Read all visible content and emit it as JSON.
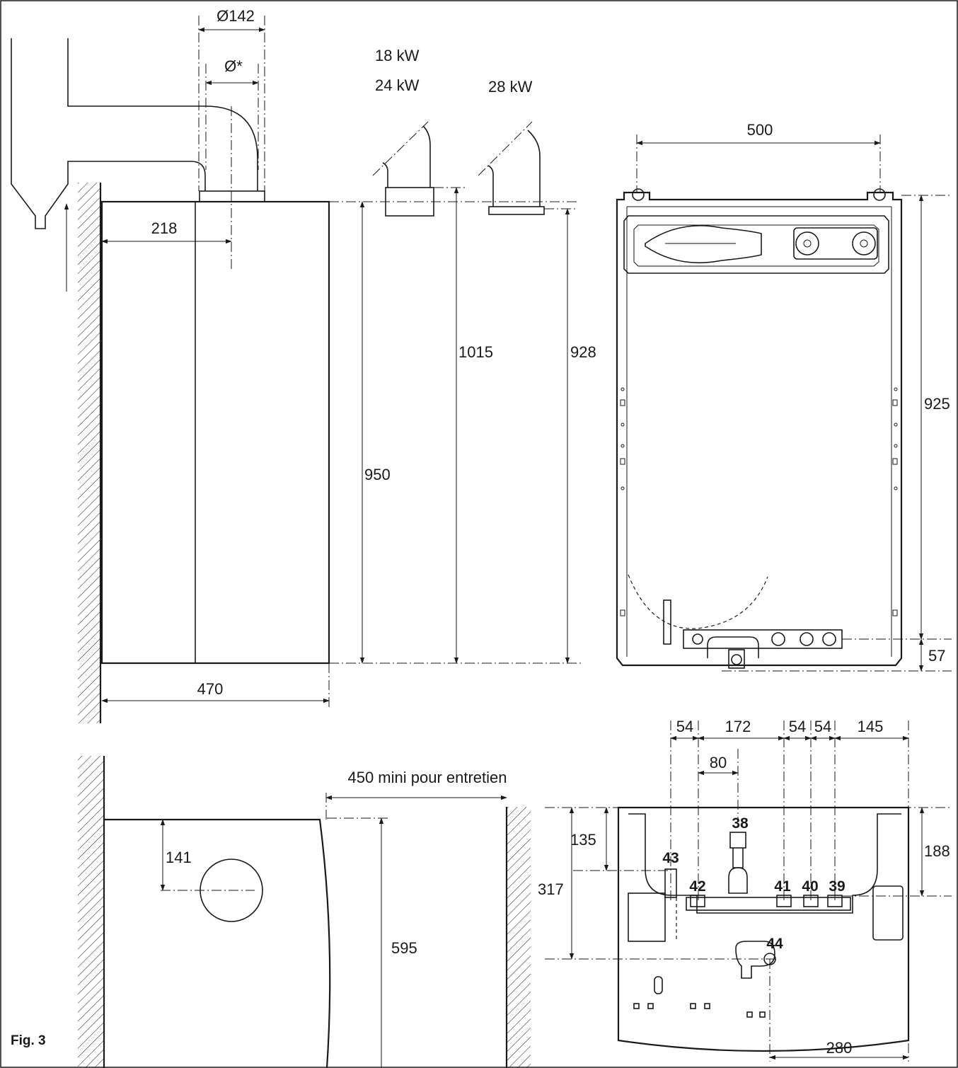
{
  "figure": {
    "label": "Fig. 3"
  },
  "power_variants": {
    "label_18kw": "18 kW",
    "label_24kw": "24 kW",
    "label_28kw": "28 kW"
  },
  "side_view": {
    "flue_outer_diameter": "Ø142",
    "flue_inner_diameter": "Ø*",
    "flue_axis_from_wall": "218",
    "casing_depth": "470",
    "casing_height": "950",
    "height_to_flue_top_18_24kw": "1015",
    "height_to_flue_top_28kw": "928"
  },
  "rear_view": {
    "hook_spacing": "500",
    "frame_height": "925",
    "bottom_offset": "57"
  },
  "top_view": {
    "service_clearance": "450 mini pour entretien",
    "flue_axis_from_front": "141",
    "clearance_depth": "595"
  },
  "connections_view": {
    "spacing_1": "54",
    "spacing_2": "172",
    "spacing_3": "54",
    "spacing_4": "54",
    "spacing_5": "145",
    "valve_offset": "80",
    "depth_to_valve": "135",
    "depth_to_fittings": "188",
    "depth_to_drain": "317",
    "drain_from_right": "280",
    "connection_labels": {
      "c38": "38",
      "c39": "39",
      "c40": "40",
      "c41": "41",
      "c42": "42",
      "c43": "43",
      "c44": "44"
    }
  }
}
